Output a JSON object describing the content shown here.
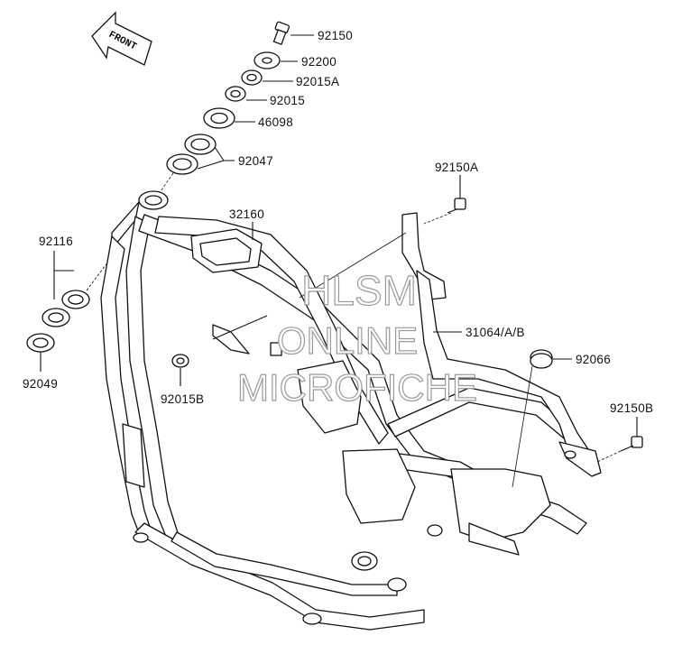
{
  "front_arrow": {
    "text": "FRONT"
  },
  "parts": {
    "p92150": "92150",
    "p92200": "92200",
    "p92015A": "92015A",
    "p92015": "92015",
    "p46098": "46098",
    "p92047": "92047",
    "p92150A": "92150A",
    "p32160": "32160",
    "p92116": "92116",
    "p31064": "31064/A/B",
    "p92066": "92066",
    "p92049": "92049",
    "p92015B": "92015B",
    "p92150B": "92150B"
  },
  "watermark": {
    "line1": "HLSM",
    "line2": "ONLINE",
    "line3": "MICROFICHE"
  }
}
